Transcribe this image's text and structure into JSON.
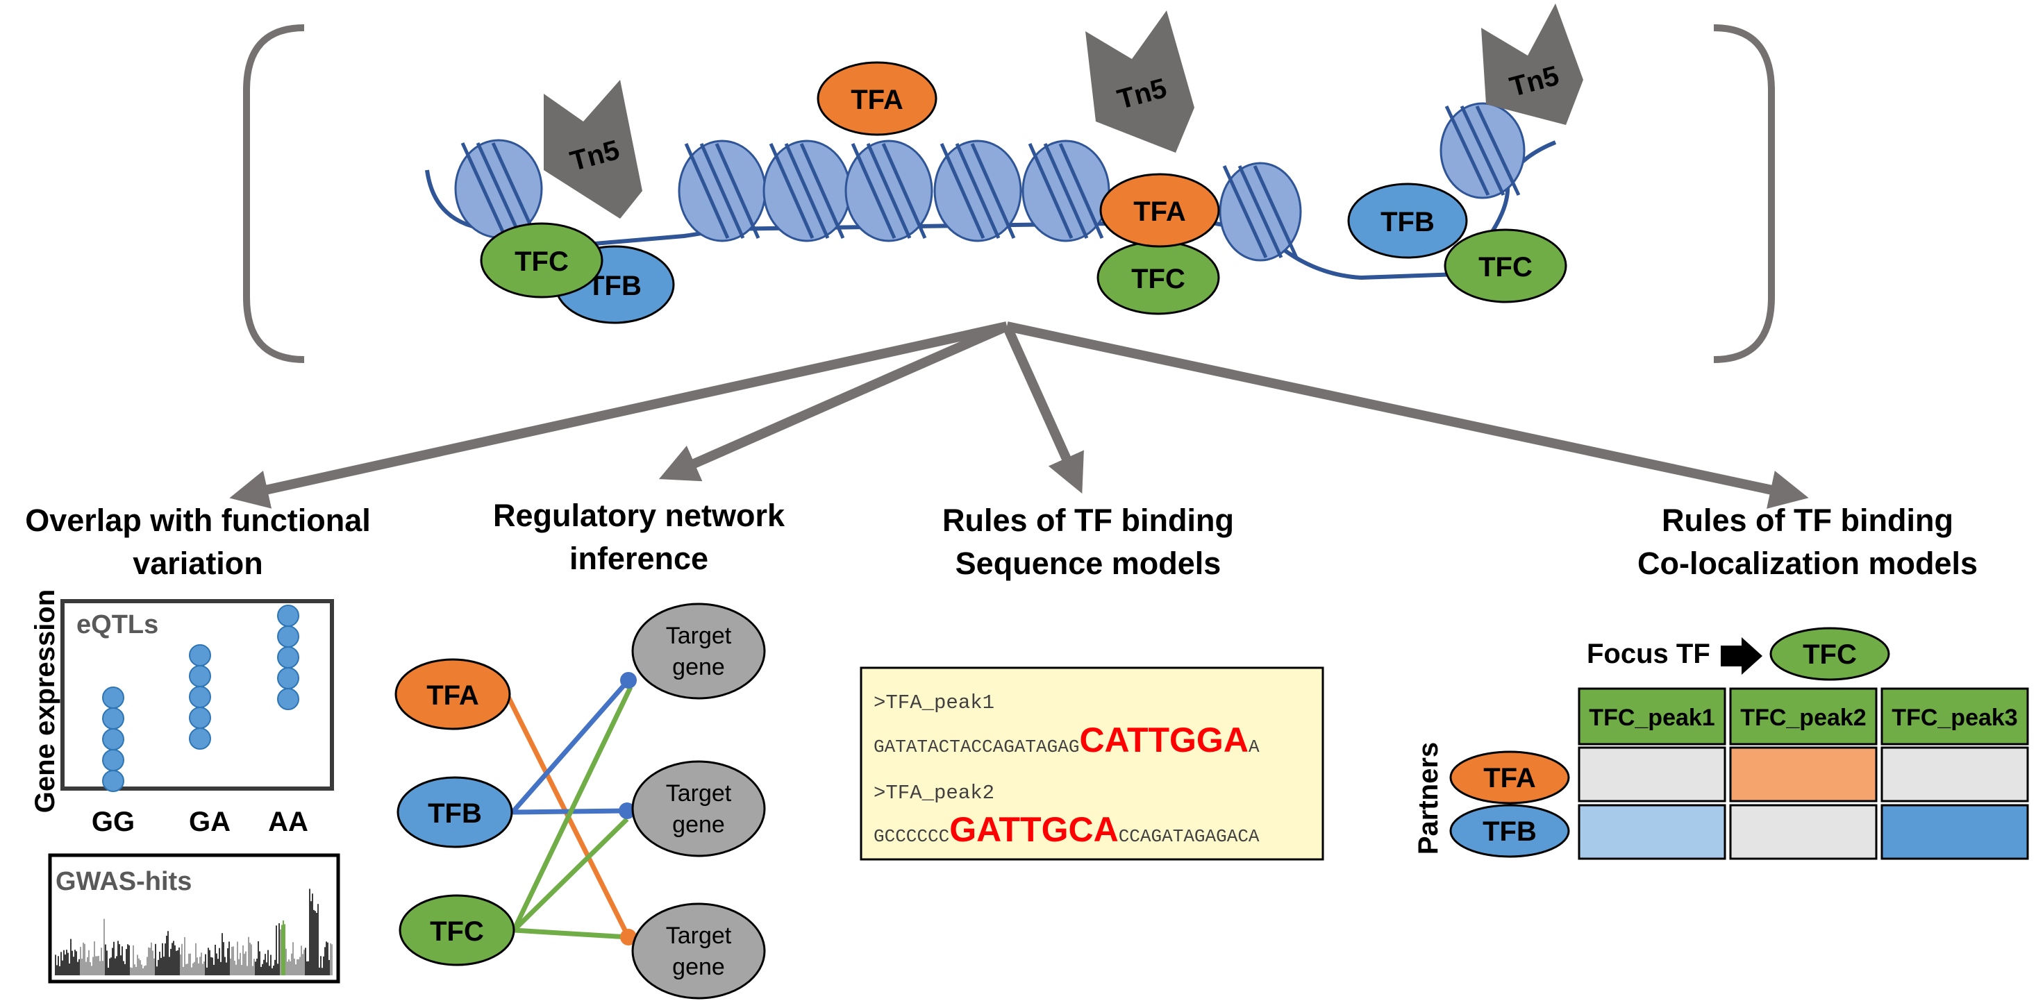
{
  "colors": {
    "tfa": "#ed7d31",
    "tfb": "#5b9bd5",
    "tfc": "#70ad47",
    "tn5": "#6f6d6b",
    "nucleosome": "#8eaadb",
    "dna": "#2f5597",
    "arrow": "#767171",
    "bracket": "#767171",
    "target": "#a5a5a5",
    "motif": "#ff0000",
    "seqbox": "#fff9cc",
    "matrix_empty": "#e4e4e4",
    "matrix_tfa": "#f4a46c",
    "matrix_tfb_light": "#a7c9ea",
    "matrix_tfb_dark": "#5b9bd5"
  },
  "top": {
    "tn5_label": "Tn5",
    "tfa_label": "TFA",
    "tfb_label": "TFB",
    "tfc_label": "TFC"
  },
  "panels": {
    "functional": {
      "title_line1": "Overlap with functional",
      "title_line2": "variation",
      "eqtl_label": "eQTLs",
      "y_axis": "Gene expression",
      "genotypes": [
        "GG",
        "GA",
        "AA"
      ],
      "gwas_label": "GWAS-hits"
    },
    "network": {
      "title_line1": "Regulatory network",
      "title_line2": "inference",
      "tfs": [
        "TFA",
        "TFB",
        "TFC"
      ],
      "target_line1": "Target",
      "target_line2": "gene"
    },
    "sequence": {
      "title_line1": "Rules of TF binding",
      "title_line2": "Sequence models",
      "peak1_header": ">TFA_peak1",
      "peak1_prefix": "GATATACTACCAGATAGAG",
      "peak1_motif": "CATTGGA",
      "peak1_suffix": "A",
      "peak2_header": ">TFA_peak2",
      "peak2_prefix": "GCCCCCC",
      "peak2_motif": "GATTGCA",
      "peak2_suffix": "CCAGATAGAGACA"
    },
    "colocalization": {
      "title_line1": "Rules of TF binding",
      "title_line2": "Co-localization models",
      "focus_label": "Focus TF",
      "focus_tf": "TFC",
      "columns": [
        "TFC_peak1",
        "TFC_peak2",
        "TFC_peak3"
      ],
      "partners_label": "Partners",
      "rows": [
        "TFA",
        "TFB"
      ]
    }
  }
}
